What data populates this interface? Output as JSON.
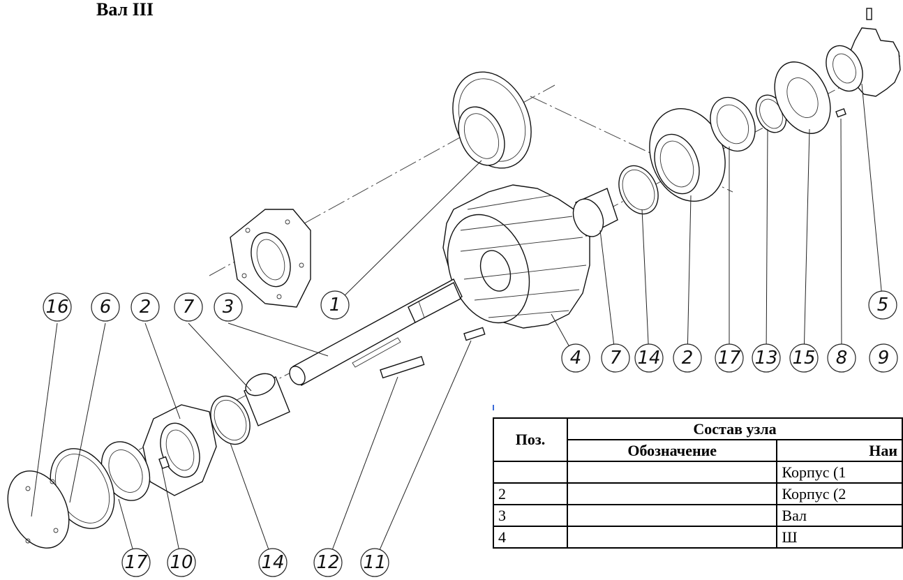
{
  "title": "Вал III",
  "balloons": [
    {
      "n": "16"
    },
    {
      "n": "6"
    },
    {
      "n": "2"
    },
    {
      "n": "7"
    },
    {
      "n": "3"
    },
    {
      "n": "1"
    },
    {
      "n": "5"
    },
    {
      "n": "4"
    },
    {
      "n": "7"
    },
    {
      "n": "14"
    },
    {
      "n": "2"
    },
    {
      "n": "17"
    },
    {
      "n": "13"
    },
    {
      "n": "15"
    },
    {
      "n": "8"
    },
    {
      "n": "9"
    },
    {
      "n": "17"
    },
    {
      "n": "10"
    },
    {
      "n": "14"
    },
    {
      "n": "12"
    },
    {
      "n": "11"
    }
  ],
  "bom": {
    "header_pos": "Поз.",
    "header_group": "Состав узла",
    "header_designation": "Обозначение",
    "header_name": "Наи",
    "rows": [
      {
        "pos": "",
        "designation": "",
        "name": "Корпус (1"
      },
      {
        "pos": "2",
        "designation": "",
        "name": "Корпус (2"
      },
      {
        "pos": "3",
        "designation": "",
        "name": "Вал"
      },
      {
        "pos": "4",
        "designation": "",
        "name": "Ш"
      }
    ]
  }
}
